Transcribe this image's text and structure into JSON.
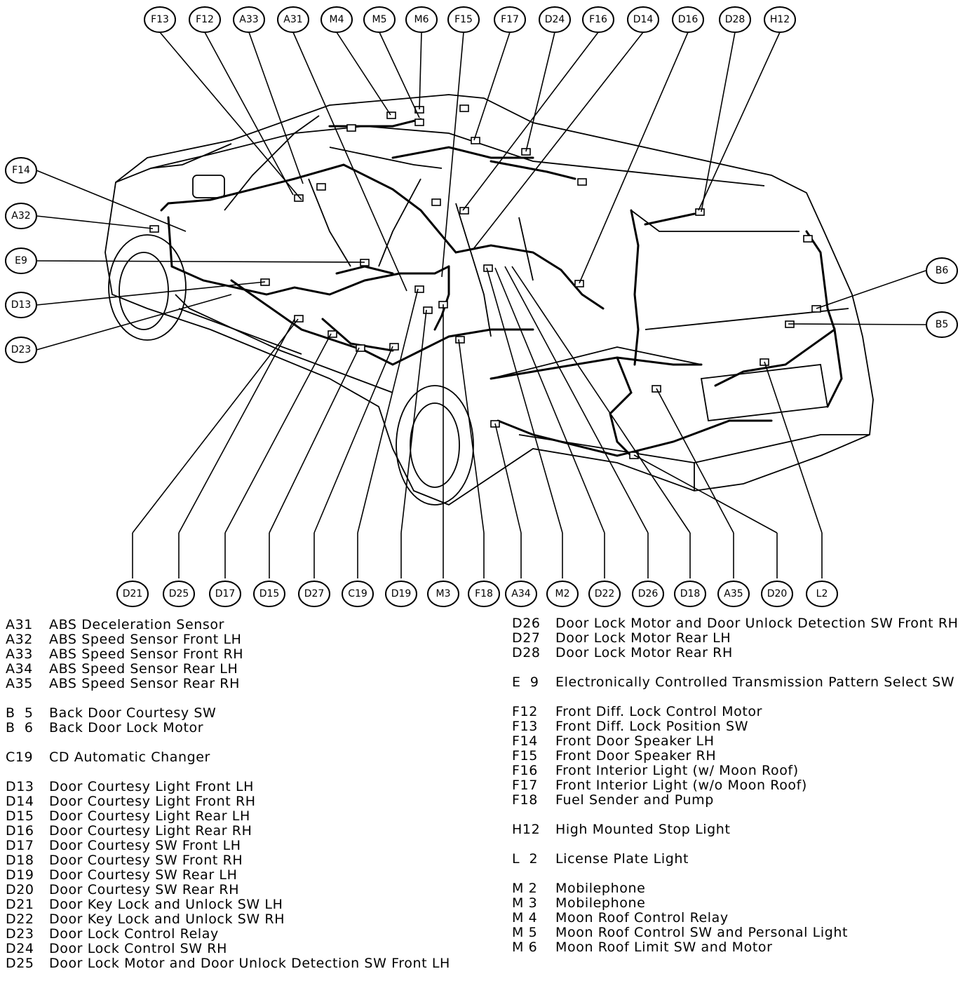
{
  "callouts": {
    "top": [
      "F13",
      "F12",
      "A33",
      "A31",
      "M4",
      "M5",
      "M6",
      "F15",
      "F17",
      "D24",
      "F16",
      "D14",
      "D16",
      "D28",
      "H12"
    ],
    "left": [
      "F14",
      "A32",
      "E9",
      "D13",
      "D23"
    ],
    "right": [
      "B6",
      "B5"
    ],
    "bottom": [
      "D21",
      "D25",
      "D17",
      "D15",
      "D27",
      "C19",
      "D19",
      "M3",
      "F18",
      "A34",
      "M2",
      "D22",
      "D26",
      "D18",
      "A35",
      "D20",
      "L2"
    ]
  },
  "legend_left": [
    {
      "code": "A31",
      "desc": "ABS Deceleration Sensor"
    },
    {
      "code": "A32",
      "desc": "ABS Speed Sensor Front LH"
    },
    {
      "code": "A33",
      "desc": "ABS Speed Sensor Front RH"
    },
    {
      "code": "A34",
      "desc": "ABS Speed Sensor Rear LH"
    },
    {
      "code": "A35",
      "desc": "ABS Speed Sensor Rear RH"
    },
    {
      "gap": true
    },
    {
      "code": "B  5",
      "desc": "Back Door Courtesy SW"
    },
    {
      "code": "B  6",
      "desc": "Back Door Lock Motor"
    },
    {
      "gap": true
    },
    {
      "code": "C19",
      "desc": "CD Automatic Changer"
    },
    {
      "gap": true
    },
    {
      "code": "D13",
      "desc": "Door Courtesy Light Front LH"
    },
    {
      "code": "D14",
      "desc": "Door Courtesy Light Front RH"
    },
    {
      "code": "D15",
      "desc": "Door Courtesy Light Rear LH"
    },
    {
      "code": "D16",
      "desc": "Door Courtesy Light Rear RH"
    },
    {
      "code": "D17",
      "desc": "Door Courtesy SW Front LH"
    },
    {
      "code": "D18",
      "desc": "Door Courtesy SW Front RH"
    },
    {
      "code": "D19",
      "desc": "Door Courtesy SW Rear LH"
    },
    {
      "code": "D20",
      "desc": "Door Courtesy SW Rear RH"
    },
    {
      "code": "D21",
      "desc": "Door Key Lock and Unlock SW LH"
    },
    {
      "code": "D22",
      "desc": "Door Key Lock and Unlock SW RH"
    },
    {
      "code": "D23",
      "desc": "Door Lock Control Relay"
    },
    {
      "code": "D24",
      "desc": "Door Lock Control SW RH"
    },
    {
      "code": "D25",
      "desc": "Door Lock Motor and Door Unlock Detection SW Front LH"
    }
  ],
  "legend_right": [
    {
      "code": "D26",
      "desc": "Door Lock Motor and Door Unlock Detection SW Front RH"
    },
    {
      "code": "D27",
      "desc": "Door Lock Motor Rear LH"
    },
    {
      "code": "D28",
      "desc": "Door Lock Motor Rear RH"
    },
    {
      "gap": true
    },
    {
      "code": "E  9",
      "desc": "Electronically Controlled Transmission Pattern Select SW"
    },
    {
      "gap": true
    },
    {
      "code": "F12",
      "desc": "Front Diff. Lock Control Motor"
    },
    {
      "code": "F13",
      "desc": "Front Diff. Lock Position SW"
    },
    {
      "code": "F14",
      "desc": "Front Door Speaker LH"
    },
    {
      "code": "F15",
      "desc": "Front Door Speaker RH"
    },
    {
      "code": "F16",
      "desc": "Front Interior Light (w/ Moon Roof)"
    },
    {
      "code": "F17",
      "desc": "Front Interior Light (w/o Moon Roof)"
    },
    {
      "code": "F18",
      "desc": "Fuel Sender and Pump"
    },
    {
      "gap": true
    },
    {
      "code": "H12",
      "desc": "High Mounted Stop Light"
    },
    {
      "gap": true
    },
    {
      "code": "L  2",
      "desc": "License Plate Light"
    },
    {
      "gap": true
    },
    {
      "code": "M 2",
      "desc": "Mobilephone"
    },
    {
      "code": "M 3",
      "desc": "Mobilephone"
    },
    {
      "code": "M 4",
      "desc": "Moon Roof Control Relay"
    },
    {
      "code": "M 5",
      "desc": "Moon Roof Control SW and Personal Light"
    },
    {
      "code": "M 6",
      "desc": "Moon Roof Limit SW and Motor"
    }
  ]
}
